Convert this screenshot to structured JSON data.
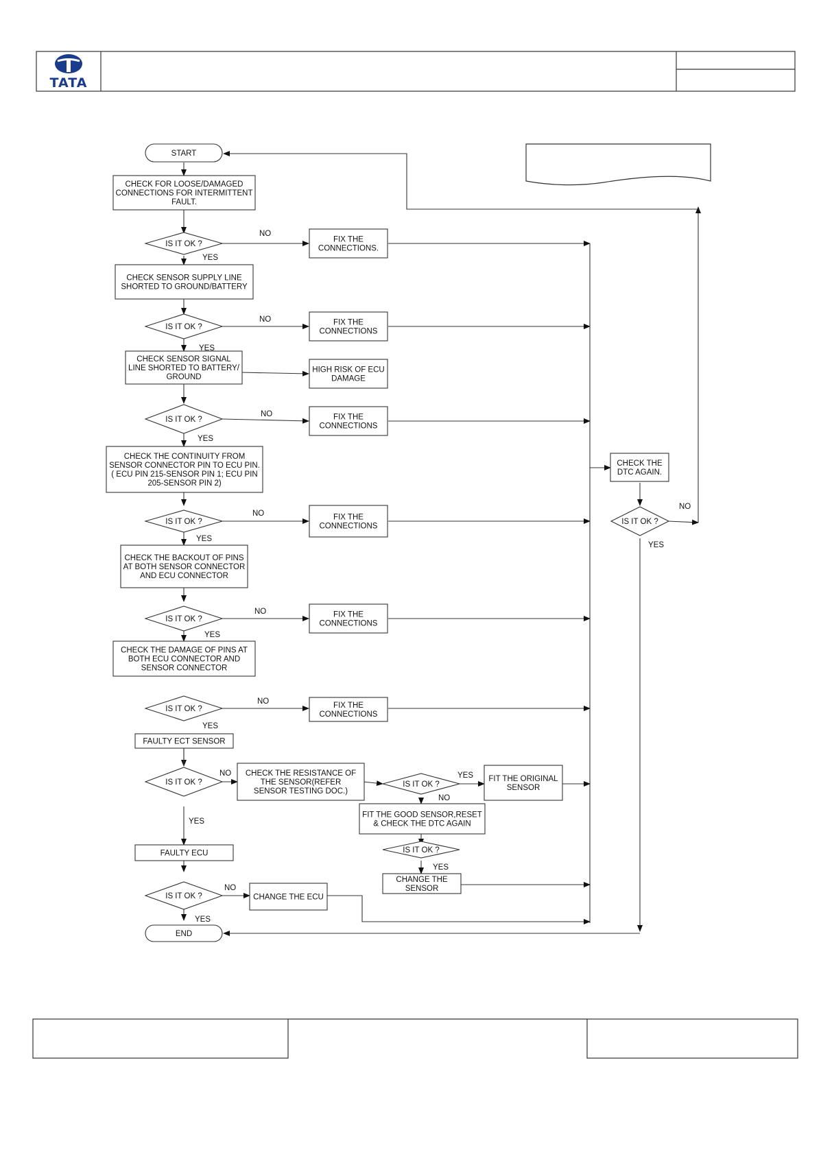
{
  "header": {
    "brand": "TATA"
  },
  "colors": {
    "line": "#333333",
    "logo": "#1a3c8f"
  },
  "flow": {
    "start": "START",
    "end": "END",
    "check_connections": [
      "CHECK FOR LOOSE/DAMAGED",
      "CONNECTIONS FOR INTERMITTENT",
      "FAULT."
    ],
    "check_supply": [
      "CHECK SENSOR SUPPLY LINE",
      "SHORTED TO GROUND/BATTERY"
    ],
    "check_signal": [
      "CHECK SENSOR SIGNAL",
      "LINE SHORTED TO BATTERY/",
      "GROUND"
    ],
    "check_continuity": [
      "CHECK THE  CONTINUITY FROM",
      "SENSOR CONNECTOR PIN TO ECU PIN.",
      "( ECU PIN 215-SENSOR PIN 1; ECU PIN",
      "205-SENSOR PIN 2)"
    ],
    "check_backout": [
      "CHECK THE BACKOUT OF PINS",
      "AT BOTH SENSOR CONNECTOR",
      "AND ECU CONNECTOR"
    ],
    "check_damage": [
      "CHECK THE DAMAGE OF PINS AT",
      "BOTH ECU CONNECTOR AND",
      "SENSOR CONNECTOR"
    ],
    "faulty_sensor": "FAULTY ECT SENSOR",
    "faulty_ecu": "FAULTY ECU",
    "fix_connections_1": [
      "FIX THE",
      "CONNECTIONS."
    ],
    "fix_connections": [
      "FIX THE",
      "CONNECTIONS"
    ],
    "high_risk": [
      "HIGH RISK OF ECU",
      "DAMAGE"
    ],
    "check_resistance": [
      "CHECK THE RESISTANCE OF",
      "THE SENSOR(REFER",
      "SENSOR TESTING DOC.)"
    ],
    "fit_original": [
      "FIT THE ORIGINAL",
      "SENSOR"
    ],
    "fit_good": [
      "FIT THE GOOD SENSOR,RESET",
      "& CHECK THE DTC AGAIN"
    ],
    "change_sensor": [
      "CHANGE THE",
      "SENSOR"
    ],
    "change_ecu": "CHANGE THE ECU",
    "check_dtc": [
      "CHECK THE",
      "DTC AGAIN."
    ],
    "decision": "IS IT OK ?",
    "yes": "YES",
    "no": "NO"
  }
}
